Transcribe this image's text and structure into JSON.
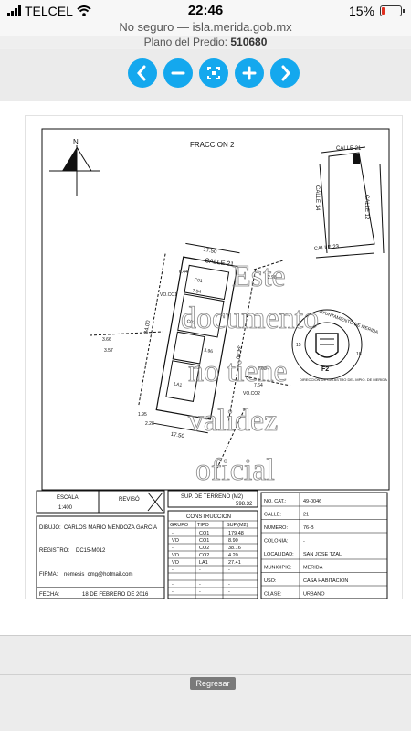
{
  "status": {
    "carrier": "TELCEL",
    "time": "22:46",
    "battery": "15%",
    "battery_level": 0.15,
    "battery_color": "#e03020"
  },
  "browser": {
    "security": "No seguro",
    "separator": "—",
    "domain": "isla.merida.gob.mx"
  },
  "header": {
    "plano_label": "Plano del Predio:",
    "plano_value": "510680"
  },
  "toolbar": {
    "accent": "#14a8ee",
    "buttons": [
      "chevron-left-icon",
      "zoom-out-icon",
      "fit-icon",
      "zoom-in-icon",
      "chevron-right-icon"
    ]
  },
  "plan": {
    "title": "FRACCION 2",
    "north": "N",
    "streets": {
      "main": "CALLE 21",
      "c14": "CALLE 14",
      "c12": "CALLE 12",
      "c23": "CALLE 23",
      "inset_top": "CALLE 21"
    },
    "dims": {
      "top1": "17.50",
      "top2": "6.44",
      "left": "34.00",
      "right": "34.00",
      "bottom": "17.50",
      "d1": "7.54",
      "d2": "3.96",
      "d3": "7.63",
      "d4": "7.64",
      "d5": "3.57",
      "d6": "3.66",
      "d7": "2.28",
      "d8": "1.95",
      "d9": "2.98"
    },
    "labels": {
      "vo_coi": "VO.CO1",
      "vo_co2": "VO.CO2",
      "c01": "C01",
      "c02": "C02",
      "la1": "LA1",
      "vo": "VO"
    },
    "seal": {
      "top_text": "AYUNTAMIENTO DE MERIDA",
      "code": "F2",
      "bottom_text": "DIRECCION DE CATASTRO DEL MPIO. DE MERIDA",
      "n1": "15",
      "n2": "16"
    },
    "watermark": [
      "Este",
      "documento",
      "no tiene",
      "validez",
      "oficial"
    ]
  },
  "table": {
    "escala_label": "ESCALA",
    "escala_value": "1:400",
    "reviso_label": "REVISÓ",
    "sup_terreno_label": "SUP. DE TERRENO (M2)",
    "sup_terreno_value": "598.32",
    "dibujo_label": "DIBUJÓ:",
    "dibujo_value": "CARLOS MARIO MENDOZA GARCIA",
    "registro_label": "REGISTRO:",
    "registro_value": "DC15-M012",
    "firma_label": "FIRMA:",
    "firma_value": "nemesis_cmg@hotmail.com",
    "fecha_label": "FECHA:",
    "fecha_value": "18 DE FEBRERO DE 2016",
    "construccion_title": "CONSTRUCCION",
    "construccion_headers": [
      "GRUPO",
      "TIPO",
      "SUP.(M2)"
    ],
    "construccion_rows": [
      [
        "-",
        "CO1",
        "179.48"
      ],
      [
        "VO",
        "CO1",
        "8.90"
      ],
      [
        "-",
        "CO2",
        "38.16"
      ],
      [
        "VO",
        "CO2",
        "4.20"
      ],
      [
        "VO",
        "LA1",
        "27.41"
      ],
      [
        "-",
        "-",
        "-"
      ],
      [
        "-",
        "-",
        "-"
      ],
      [
        "-",
        "-",
        "-"
      ],
      [
        "-",
        "-",
        "-"
      ]
    ],
    "info": [
      {
        "label": "NO. CAT.:",
        "value": "49-0046"
      },
      {
        "label": "CALLE:",
        "value": "21"
      },
      {
        "label": "NUMERO:",
        "value": "76-B"
      },
      {
        "label": "COLONIA:",
        "value": "-"
      },
      {
        "label": "LOCALIDAD:",
        "value": "SAN JOSE TZAL"
      },
      {
        "label": "MUNICIPIO:",
        "value": "MERIDA"
      },
      {
        "label": "USO:",
        "value": "CASA HABITACION"
      },
      {
        "label": "CLASE:",
        "value": "URBANO"
      }
    ]
  },
  "footer": {
    "regresar": "Regresar"
  }
}
